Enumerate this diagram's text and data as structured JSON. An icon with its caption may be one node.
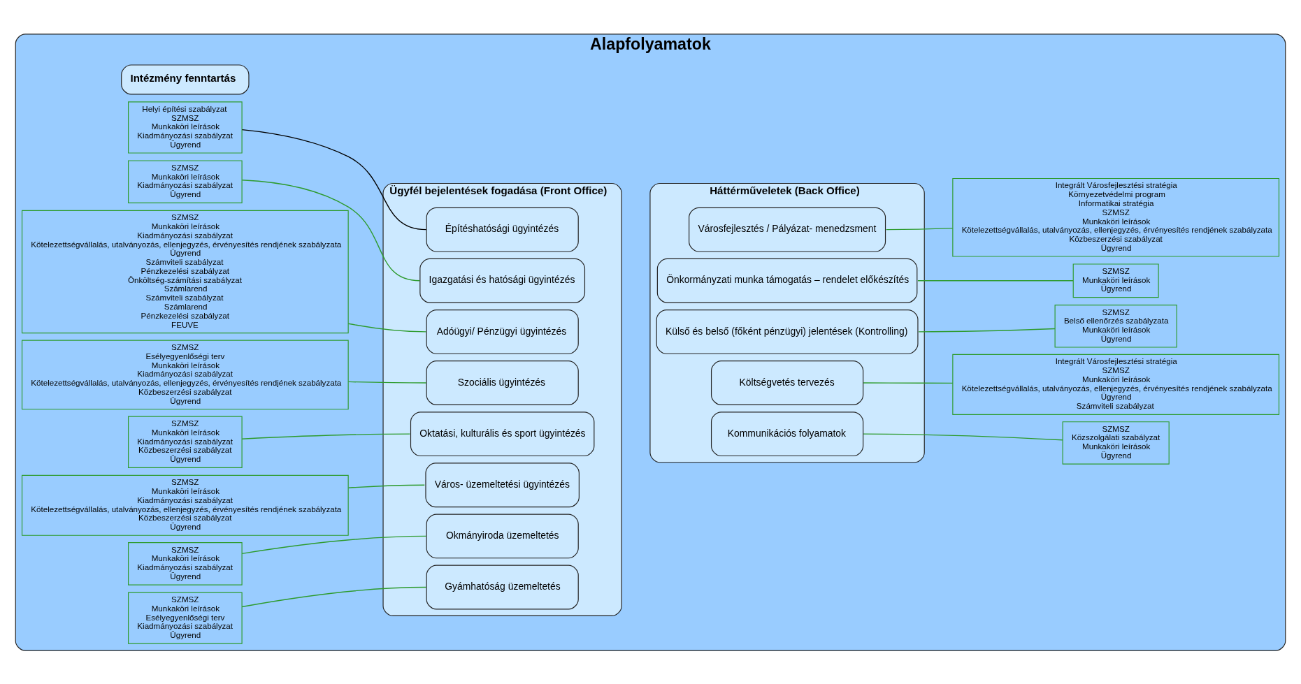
{
  "diagram": {
    "nodes": [
      {
        "text": [
          "Alapfolyamatok"
        ]
      },
      {
        "text": [
          "Ügyfél bejelentések fogadása (Front Office)"
        ],
        "in": 0
      },
      {
        "text": [
          "Építéshatósági ügyintézés"
        ],
        "in": 1
      },
      {
        "text": [
          "Igazgatási és hatósági ügyintézés"
        ],
        "in": 1
      },
      {
        "text": [
          "Adóügyi/ Pénzügyi ügyintézés"
        ],
        "in": 1
      },
      {
        "text": [
          "Szociális ügyintézés"
        ],
        "in": 1
      },
      {
        "text": [
          "Oktatási, kulturális és sport ügyintézés"
        ],
        "in": 1
      },
      {
        "text": [
          "Város- üzemeltetési ügyintézés"
        ],
        "in": 1
      },
      {
        "text": [
          "Okmányiroda üzemeltetés"
        ],
        "in": 1
      },
      {
        "text": [
          "Gyámhatóság üzemeltetés"
        ],
        "in": 1
      },
      {
        "text": [
          "Háttérműveletek (Back Office)"
        ],
        "in": 0
      },
      {
        "text": [
          "Városfejlesztés / Pályázat- menedzsment"
        ],
        "in": 10
      },
      {
        "text": [
          "Önkormányzati munka támogatás – rendelet előkészítés"
        ],
        "in": 10
      },
      {
        "text": [
          "Intézmény fenntartás"
        ],
        "in": 0
      },
      {
        "text": [
          "Külső és belső (főként pénzügyi) jelentések (Kontrolling)"
        ],
        "in": 10
      },
      {
        "text": [
          "Költségvetés tervezés"
        ],
        "in": 10
      },
      {
        "text": [
          "Kommunikációs folyamatok"
        ],
        "in": 10
      },
      {
        "text": [
          "Helyi építési szabályzat",
          "SZMSZ",
          "Munkaköri leírások",
          "Kiadmányozási szabályzat",
          "Ügyrend"
        ],
        "in": 0
      },
      {
        "text": [
          "SZMSZ",
          "Munkaköri leírások",
          "Kiadmányozási szabályzat",
          "Ügyrend"
        ],
        "in": 0
      },
      {
        "text": [
          "SZMSZ",
          "Munkaköri leírások",
          "Kiadmányozási szabályzat",
          "Kötelezettségvállalás, utalványozás, ellenjegyzés, érvényesítés rendjének szabályzata",
          "Ügyrend",
          "Számviteli szabályzat",
          "Pénzkezelési szabályzat",
          "Önköltség-számítási szabályzat",
          "Számlarend",
          "Számviteli szabályzat",
          "Számlarend",
          "Pénzkezelési szabályzat",
          "FEUVE"
        ],
        "in": 0
      },
      {
        "text": [
          "SZMSZ",
          "Esélyegyenlőségi terv",
          "Munkaköri leírások",
          "Kiadmányozási szabályzat",
          "Kötelezettségvállalás, utalványozás, ellenjegyzés, érvényesítés rendjének szabályzata",
          "Közbeszerzési szabályzat",
          "Ügyrend"
        ],
        "in": 0
      },
      {
        "text": [
          "SZMSZ",
          "Munkaköri leírások",
          "Kiadmányozási szabályzat",
          "Közbeszerzési szabályzat",
          "Ügyrend"
        ],
        "in": 0
      },
      {
        "text": [
          "SZMSZ",
          "Munkaköri leírások",
          "Kiadmányozási szabályzat",
          "Kötelezettségvállalás, utalványozás, ellenjegyzés, érvényesítés rendjének szabályzata",
          "Közbeszerzési szabályzat",
          "Ügyrend"
        ],
        "in": 0
      },
      {
        "text": [
          "SZMSZ",
          "Munkaköri leírások",
          "Kiadmányozási szabályzat",
          "Ügyrend"
        ],
        "in": 0
      },
      {
        "text": [
          "SZMSZ",
          "Munkaköri leírások",
          "Esélyegyenlőségi terv",
          "Kiadmányozási szabályzat",
          "Ügyrend"
        ],
        "in": 0
      },
      {
        "text": [
          "Integrált Városfejlesztési stratégia",
          "Környezetvédelmi program",
          "Informatikai stratégia",
          "SZMSZ",
          "Munkaköri leírások",
          "Kötelezettségvállalás, utalványozás, ellenjegyzés, érvényesítés rendjének szabályzata",
          "Közbeszerzési szabályzat",
          "Ügyrend"
        ],
        "in": 0
      },
      {
        "text": [
          "SZMSZ",
          "Munkaköri leírások",
          "Ügyrend"
        ],
        "in": 0
      },
      {
        "text": [
          "SZMSZ",
          "Belső ellenőrzés szabályzata",
          "Munkaköri leírások",
          "Ügyrend"
        ],
        "in": 0
      },
      {
        "text": [
          "Integrált Városfejlesztési stratégia",
          "SZMSZ",
          "Munkaköri leírások",
          "Kötelezettségvállalás, utalványozás, ellenjegyzés, érvényesítés rendjének szabályzata",
          "Ügyrend",
          "Számviteli szabályzat"
        ],
        "in": 0
      },
      {
        "text": [
          "SZMSZ",
          "Közszolgálati szabályzat",
          "Munkaköri leírások",
          "Ügyrend"
        ],
        "in": 0
      }
    ],
    "edges": [
      {
        "from": 17,
        "to": 2,
        "arrow": "none",
        "color": "#000000"
      },
      {
        "from": 18,
        "to": 3,
        "arrow": "none"
      },
      {
        "from": 19,
        "to": 4,
        "arrow": "none"
      },
      {
        "from": 20,
        "to": 5,
        "arrow": "none"
      },
      {
        "from": 21,
        "to": 6,
        "arrow": "none"
      },
      {
        "from": 22,
        "to": 7,
        "arrow": "none"
      },
      {
        "from": 23,
        "to": 8,
        "arrow": "none"
      },
      {
        "from": 24,
        "to": 9,
        "arrow": "none"
      },
      {
        "from": 11,
        "to": 25,
        "arrow": "none"
      },
      {
        "from": 12,
        "to": 26,
        "arrow": "none"
      },
      {
        "from": 14,
        "to": 27,
        "arrow": "none"
      },
      {
        "from": 15,
        "to": 28,
        "arrow": "none"
      },
      {
        "from": 16,
        "to": 29,
        "arrow": "none"
      }
    ]
  }
}
